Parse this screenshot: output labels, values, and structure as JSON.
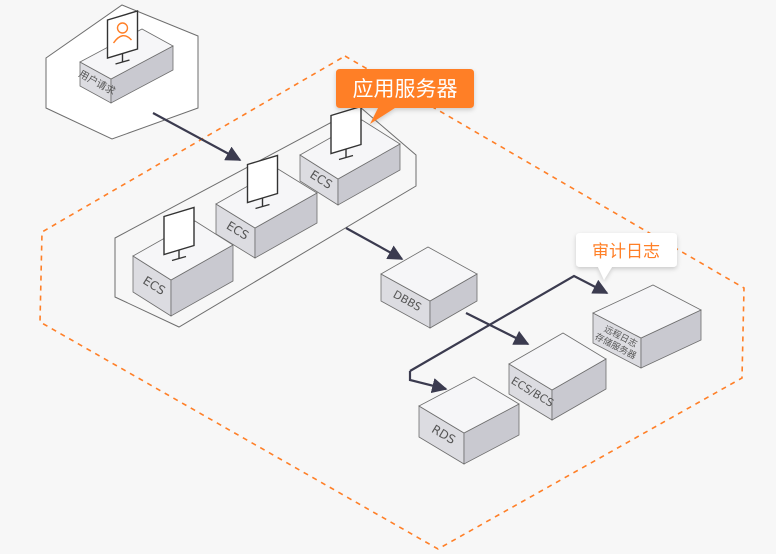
{
  "colors": {
    "accent": "#ff7f27",
    "arrow": "#3b3b4f",
    "box_top": "#f6f6f8",
    "box_left": "#dcdce1",
    "box_right": "#c9c9d0",
    "outline": "#6e6e6e",
    "background": "#f7f7f7"
  },
  "nodes": {
    "user_request": {
      "label": "用户请求",
      "icon": "user-monitor-icon"
    },
    "ecs_1": {
      "label": "ECS",
      "icon": "monitor-icon"
    },
    "ecs_2": {
      "label": "ECS",
      "icon": "monitor-icon"
    },
    "ecs_3": {
      "label": "ECS",
      "icon": "monitor-icon"
    },
    "dbbs": {
      "label": "DBBS"
    },
    "rds": {
      "label": "RDS"
    },
    "ecs_bcs": {
      "label": "ECS/BCS"
    },
    "log_storage": {
      "label_line1": "远程日志",
      "label_line2": "存储服务器"
    }
  },
  "callouts": {
    "app_server": "应用服务器",
    "audit_log": "审计日志"
  }
}
